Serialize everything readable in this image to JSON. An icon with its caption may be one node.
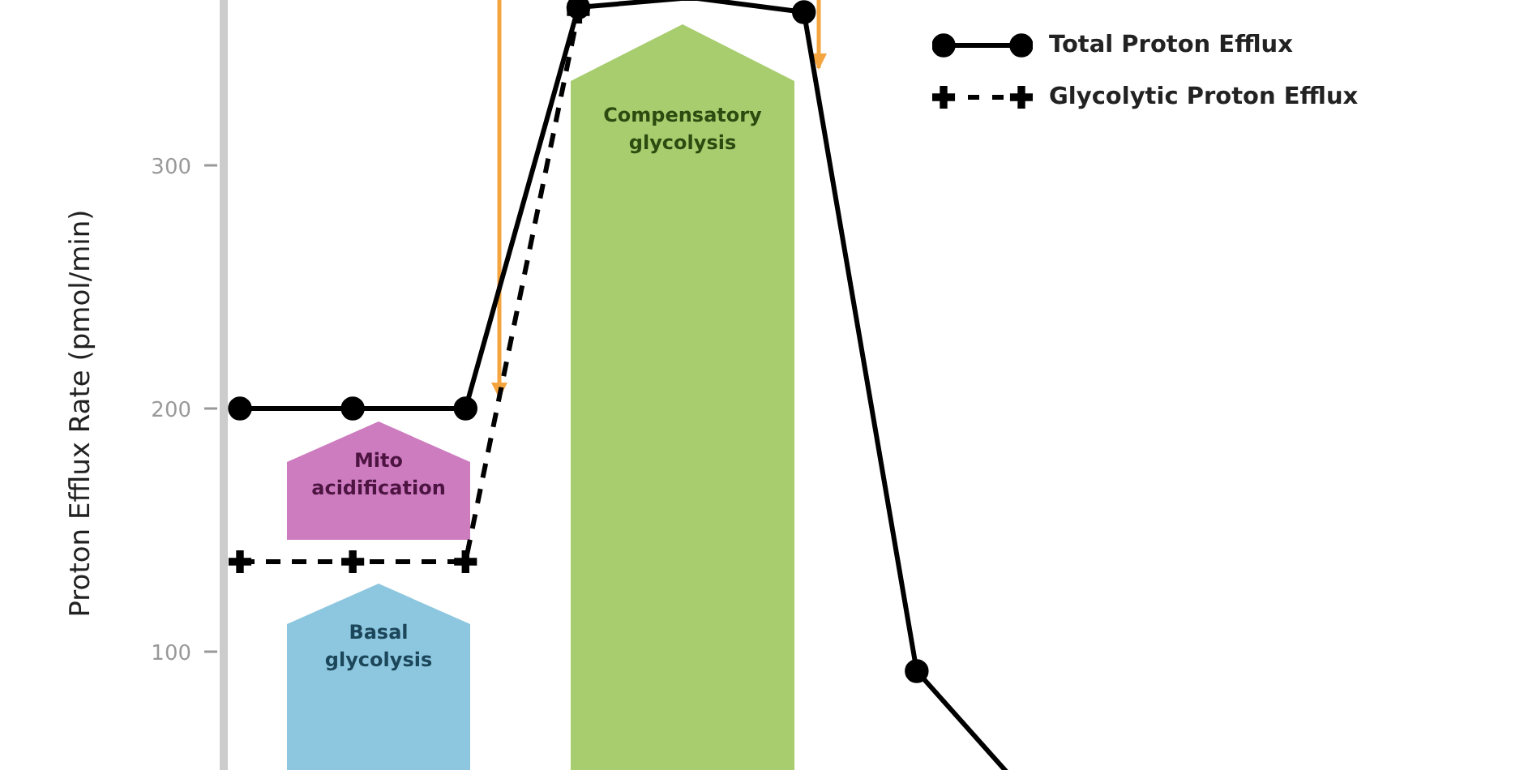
{
  "diagram": {
    "nodes": [
      {
        "text": [
          "Compensatory glycolysis"
        ]
      },
      {
        "text": [
          "Mito acidification"
        ]
      },
      {
        "text": [
          "Basal glycolysis"
        ]
      }
    ],
    "labels": [
      "300",
      "200",
      "100",
      "Proton Efflux Rate (pmol/min)"
    ],
    "legend": [
      {
        "text": "Total Proton Efflux"
      },
      {
        "text": "Glycolytic Proton Efflux"
      }
    ]
  }
}
